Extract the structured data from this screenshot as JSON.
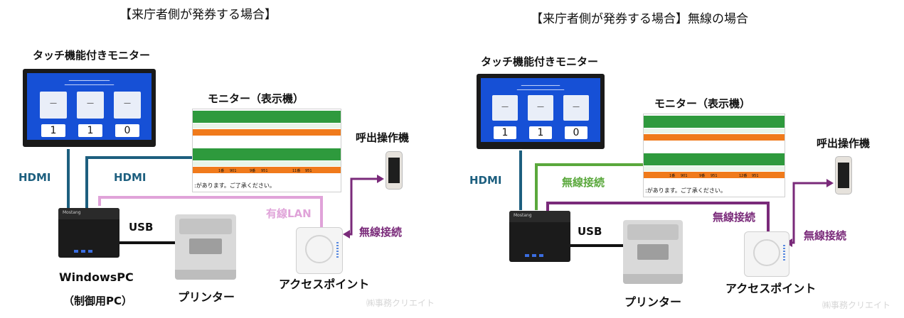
{
  "colors": {
    "hdmi": "#1d5f7f",
    "lan": "#e0a3d9",
    "usb": "#111111",
    "wireless_purple": "#7a2a7a",
    "wireless_green": "#5aa83c",
    "screen_blue": "#1650d6",
    "table_green": "#2e9a3d",
    "table_orange": "#f07a1b"
  },
  "left": {
    "title": "【来庁者側が発券する場合】",
    "touch_monitor_label": "タッチ機能付きモニター",
    "display_monitor_label": "モニター（表示機）",
    "caller_label": "呼出操作機",
    "hdmi1_label": "HDMI",
    "hdmi2_label": "HDMI",
    "usb_label": "USB",
    "lan_label": "有線LAN",
    "wireless_label": "無線接続",
    "pc_label": "WindowsPC",
    "pc_sub_label": "（制御用PC）",
    "printer_label": "プリンター",
    "ap_label": "アクセスポイント",
    "watermark": "㈱事務クリエイト",
    "pc_logo": "Mostang",
    "screen_counts": [
      "1",
      "1",
      "0"
    ],
    "table_footer": ":があります。ご了承ください。",
    "table_numbers": [
      "1番",
      "901",
      "9番",
      "951",
      "11番",
      "951"
    ]
  },
  "right": {
    "title": "【来庁者側が発券する場合】無線の場合",
    "touch_monitor_label": "タッチ機能付きモニター",
    "display_monitor_label": "モニター（表示機）",
    "caller_label": "呼出操作機",
    "hdmi_label": "HDMI",
    "wireless_green_label": "無線接続",
    "wireless_purple1_label": "無線接続",
    "wireless_purple2_label": "無線接続",
    "usb_label": "USB",
    "printer_label": "プリンター",
    "ap_label": "アクセスポイント",
    "watermark": "㈱事務クリエイト",
    "pc_logo": "Mostang",
    "screen_counts": [
      "1",
      "1",
      "0"
    ],
    "table_footer": ":があります。ご了承ください。",
    "table_numbers": [
      "1番",
      "901",
      "9番",
      "951",
      "12番",
      "951"
    ]
  }
}
